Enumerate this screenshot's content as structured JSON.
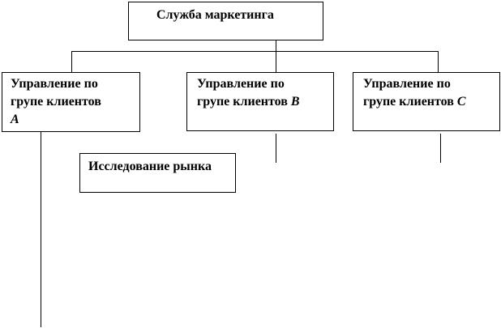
{
  "top": {
    "label": "Служба маркетинга"
  },
  "groups": [
    {
      "line1": "Управление по",
      "line2": "групе клиентов",
      "letter": "A"
    },
    {
      "line1": "Управление по",
      "line2": "групе клиентов",
      "letter": "B"
    },
    {
      "line1": "Управление по",
      "line2": "групе клиентов",
      "letter": "C"
    }
  ],
  "research": {
    "label": "Исследование рынка"
  }
}
